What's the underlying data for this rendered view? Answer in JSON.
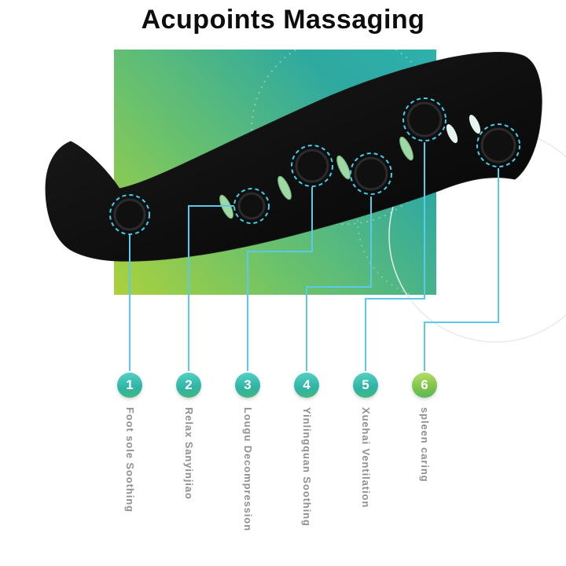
{
  "title": "Acupoints Massaging",
  "colors": {
    "panel_gradient_start": "#abd13c",
    "panel_gradient_end": "#2eb0ac",
    "callout_line": "#5cc9ea",
    "acupoint_ring": "#3fd0f0",
    "badge_gradient_top": "#55d3c6",
    "badge_gradient_bottom": "#43b97b",
    "badge6_green": "#7cc24a",
    "label_text": "#8f9091",
    "product_color": "#0a0a0a"
  },
  "acupoints": [
    {
      "number": "1",
      "label": "Foot sole Soothing"
    },
    {
      "number": "2",
      "label": "Relax Sanyinjiao"
    },
    {
      "number": "3",
      "label": "Lougu Decompression"
    },
    {
      "number": "4",
      "label": "Yinlingquan Soothing"
    },
    {
      "number": "5",
      "label": "Xuehai Ventilation"
    },
    {
      "number": "6",
      "label": "spleen caring"
    }
  ]
}
